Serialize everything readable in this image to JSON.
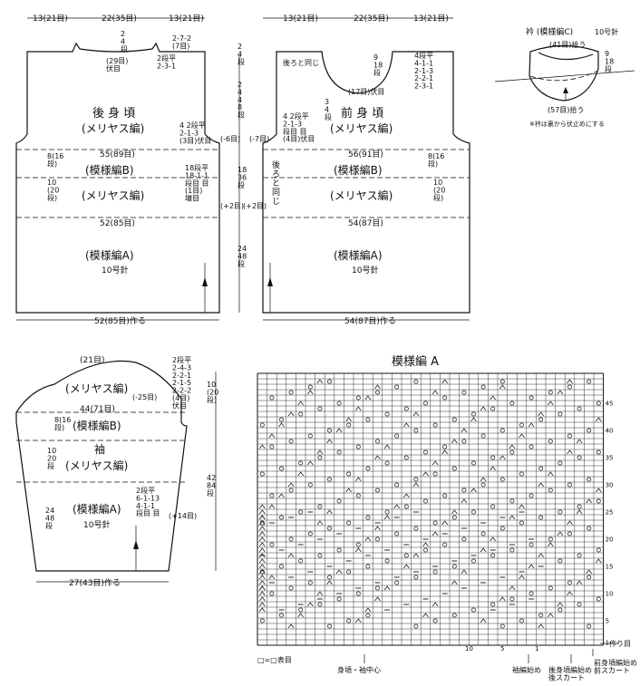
{
  "back": {
    "top_left": "13(21目)",
    "top_mid": "22(35目)",
    "top_right": "13(21目)",
    "neck_side": "2\n4\n段",
    "neck_rule": "2-7-2\n(7目)",
    "neck_center": "(29目)\n伏目",
    "neck_dec": "2段平\n2-3-1",
    "title": "後 身 頃",
    "sub": "(メリヤス編)",
    "arm": "4 2段平\n2-1-3\n(3目)伏目",
    "arm_dec": "(-6目)",
    "yoke_h1": "2\n4\n段",
    "yoke_h2": "2\n4\n4\n8\n段",
    "width_a": "55(89目)",
    "patB": "(模様編B)",
    "patB_h": "8(16\n段)",
    "mer_h": "10\n(20\n段)",
    "mer": "(メリヤス編)",
    "inc": "18段平\n18-1-1\n段目 目\n(1目)\n増目",
    "mid_h": "18\n36\n段",
    "inc_total": "(+2目)",
    "width_b": "52(85目)",
    "patA": "(模様編A)",
    "needle": "10号針",
    "low_h": "24\n48\n段",
    "bottom": "52(85目)作る"
  },
  "front": {
    "top_left": "13(21目)",
    "top_mid": "22(35目)",
    "top_right": "13(21目)",
    "same": "後ろと同じ",
    "neck_h": "9\n18\n段",
    "neck_rule": "4段平\n4-1-1\n2-1-3\n2-2-1\n2-3-1",
    "neck_center": "(17目)伏目",
    "neck_depth": "3\n4\n段",
    "arm": "4 2段平\n2-1-3\n段目 目\n(4目)伏目",
    "arm_dec": "(-7目)",
    "title": "前 身 頃",
    "sub": "(メリヤス編)",
    "width_a": "56(91目)",
    "same_v": "後ろと同じ",
    "patB": "(模様編B)",
    "patB_h": "8(16\n段)",
    "mer_h": "10\n(20\n段)",
    "mer": "(メリヤス編)",
    "inc_total": "(+2目)",
    "width_b": "54(87目)",
    "patA": "(模様編A)",
    "needle": "10号針",
    "bottom": "54(87目)作る"
  },
  "collar": {
    "title": "衿 (模様編C)",
    "needle": "10号針",
    "top": "(41目)拾う",
    "side": "9\n18\n段",
    "bottom": "(57目)拾う",
    "note": "※衿は裏から伏止めにする"
  },
  "sleeve": {
    "top": "(21目)",
    "cap_rule": "2段平\n2-4-3\n2-2-1\n2-1-5\n2-2-2\n(4目)\n伏目",
    "cap_dec": "(-25目)",
    "cap_h": "10\n(20\n段)",
    "mer1": "(メリヤス編)",
    "width": "44(71目)",
    "patB": "(模様編B)",
    "patB_h": "8(16\n段)",
    "name": "袖",
    "mer2": "(メリヤス編)",
    "mer_h": "10\n20\n段",
    "inc_rule": "2段平\n6-1-13\n4-1-1\n段目 目",
    "inc": "(+14目)",
    "total_h": "42\n84\n段",
    "patA": "(模様編A)",
    "needle": "10号針",
    "low_h": "24\n48\n段",
    "bottom": "27(43目)作る"
  },
  "chart": {
    "title": "模様編 A",
    "row_labels": [
      "45",
      "40",
      "35",
      "30",
      "25",
      "20",
      "15",
      "10",
      "5",
      "1"
    ],
    "col_labels": [
      "10",
      "5",
      "1"
    ],
    "legend": "□=□表目",
    "note_center": "身頃・袖中心",
    "note_sleeve": "袖編始め",
    "note_back": "後身頃編始め\n後スカート",
    "note_front": "前身頃編始め\n前スカート",
    "note_start": "作り目"
  }
}
